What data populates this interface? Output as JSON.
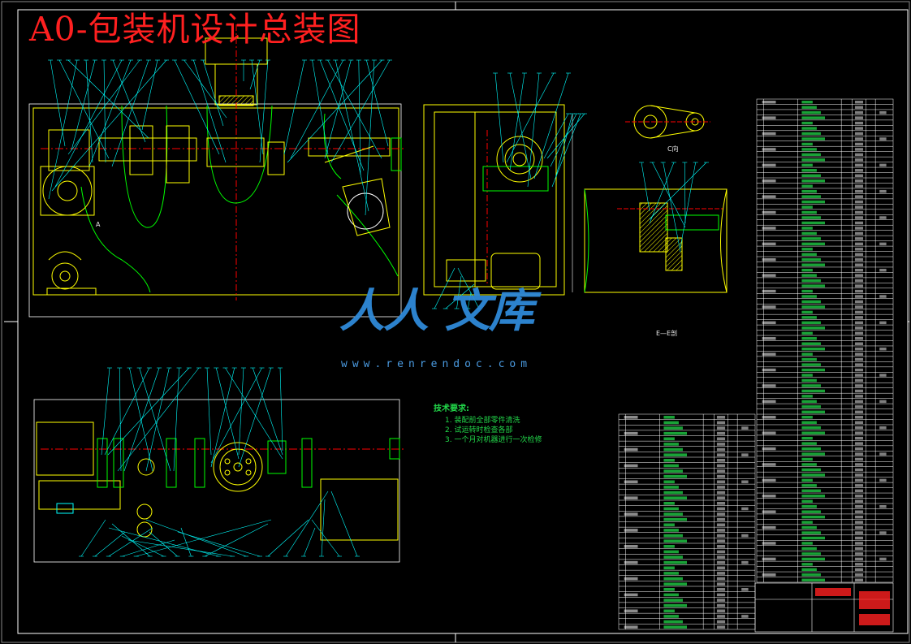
{
  "title": "A0-包装机设计总装图",
  "colors": {
    "background": "#000000",
    "frame": "#ffffff",
    "part": "#ffff00",
    "outline": "#00ff00",
    "leader": "#00ffff",
    "center": "#ff0000",
    "title": "#ff2020",
    "watermark": "#2f8ad8"
  },
  "views": {
    "c_view_label": "C向",
    "e_view_label": "E—E剖",
    "a_label": "A"
  },
  "tech_requirements": {
    "heading": "技术要求:",
    "items": [
      "1. 装配前全部零件清洗",
      "2. 试运转时检查各部",
      "3. 一个月对机器进行一次检修"
    ]
  },
  "watermark": {
    "logo_text": [
      "人",
      "人",
      "文",
      "库"
    ],
    "url": "www.renrendoc.com"
  }
}
